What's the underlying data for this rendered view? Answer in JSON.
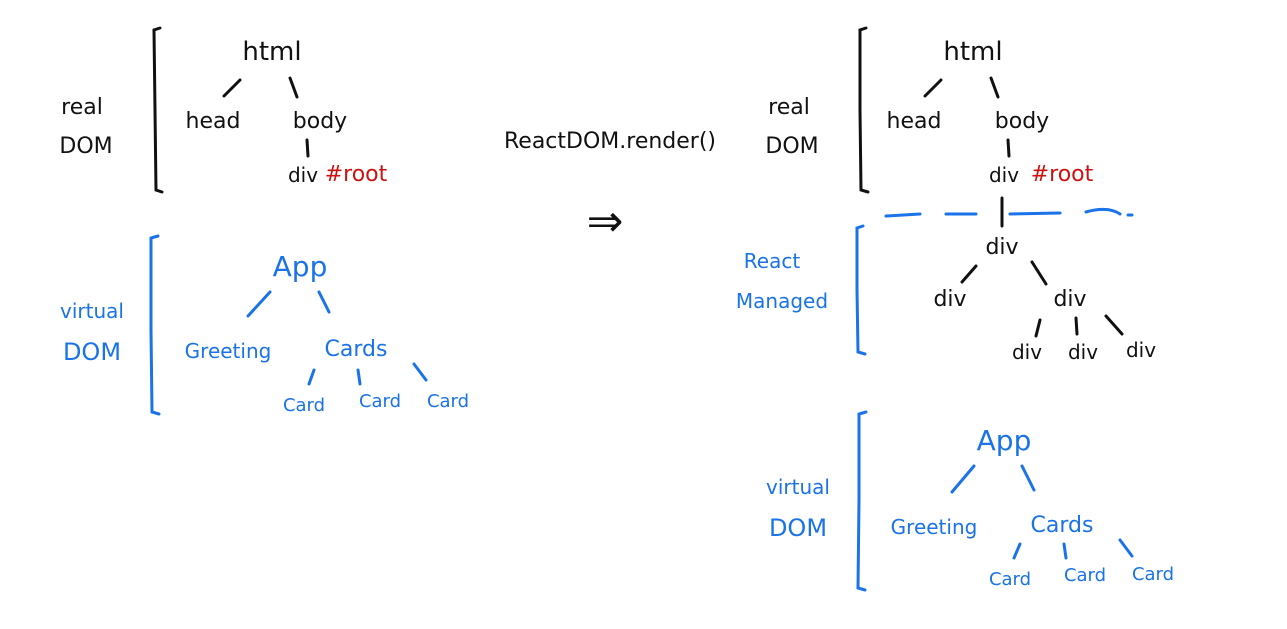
{
  "colors": {
    "ink": "#111111",
    "blue": "#1a73e8",
    "red": "#cc1111"
  },
  "left": {
    "real_dom_label_line1": "real",
    "real_dom_label_line2": "DOM",
    "real_tree": {
      "root": "html",
      "head": "head",
      "body": "body",
      "div": "div",
      "root_id": "#root"
    },
    "virtual_dom_label_line1": "virtual",
    "virtual_dom_label_line2": "DOM",
    "virtual_tree": {
      "root": "App",
      "greeting": "Greeting",
      "cards": "Cards",
      "card1": "Card",
      "card2": "Card",
      "card3": "Card"
    }
  },
  "middle": {
    "call": "ReactDOM.render()",
    "arrow": "⇒"
  },
  "right": {
    "real_dom_label_line1": "real",
    "real_dom_label_line2": "DOM",
    "real_tree": {
      "root": "html",
      "head": "head",
      "body": "body",
      "div": "div",
      "root_id": "#root"
    },
    "react_managed_line1": "React",
    "react_managed_line2": "Managed",
    "managed_tree": {
      "top": "div",
      "left": "div",
      "right": "div",
      "c1": "div",
      "c2": "div",
      "c3": "div"
    },
    "virtual_dom_label_line1": "virtual",
    "virtual_dom_label_line2": "DOM",
    "virtual_tree": {
      "root": "App",
      "greeting": "Greeting",
      "cards": "Cards",
      "card1": "Card",
      "card2": "Card",
      "card3": "Card"
    }
  }
}
